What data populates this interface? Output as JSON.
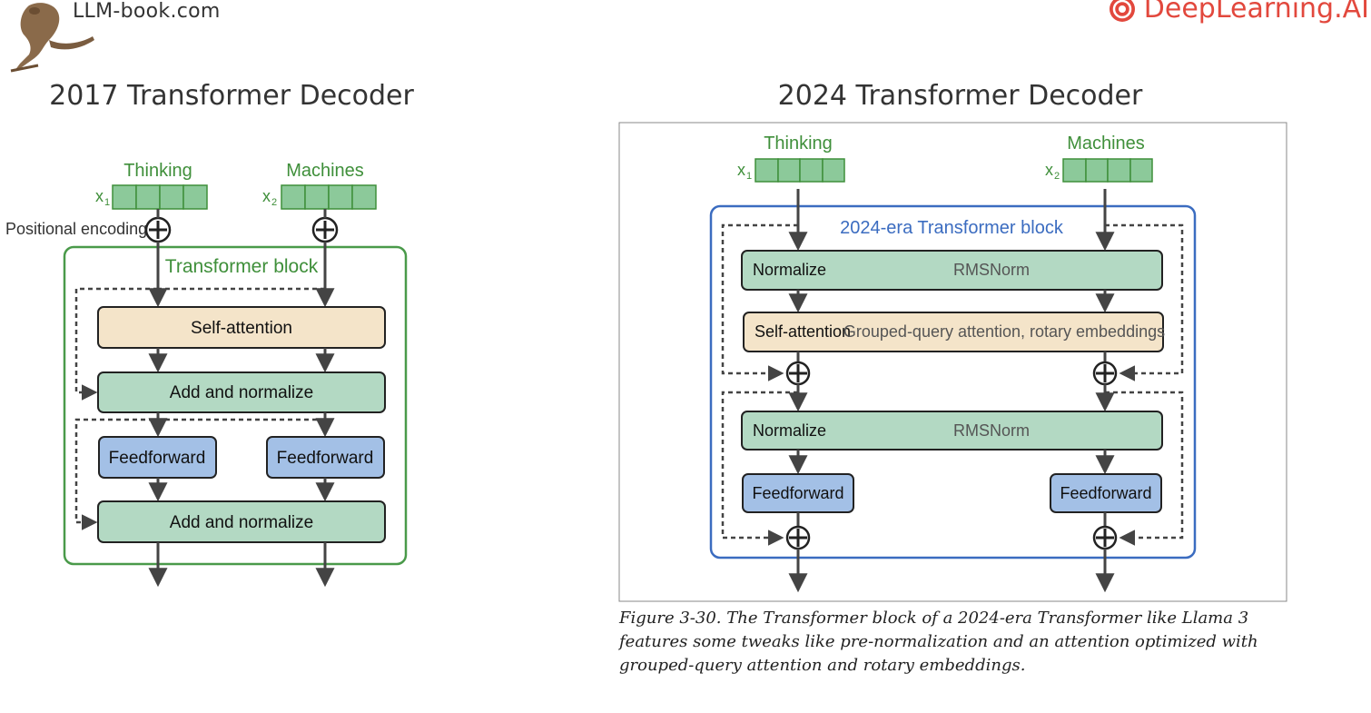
{
  "header": {
    "site_name": "LLM-book.com",
    "partner_name": "DeepLearning.AI"
  },
  "left_panel": {
    "title": "2017 Transformer Decoder",
    "token_1": "Thinking",
    "token_2": "Machines",
    "x1_label": "x",
    "x1_sub": "1",
    "x2_label": "x",
    "x2_sub": "2",
    "positional_encoding": "Positional encoding",
    "block_label": "Transformer block",
    "self_attention": "Self-attention",
    "add_norm_1": "Add and normalize",
    "feedforward_1": "Feedforward",
    "feedforward_2": "Feedforward",
    "add_norm_2": "Add and normalize"
  },
  "right_panel": {
    "title": "2024 Transformer Decoder",
    "token_1": "Thinking",
    "token_2": "Machines",
    "x1_label": "x",
    "x1_sub": "1",
    "x2_label": "x",
    "x2_sub": "2",
    "block_label": "2024-era Transformer block",
    "normalize_1": "Normalize",
    "rmsnorm_1": "RMSNorm",
    "self_attention": "Self-attention",
    "attention_detail": "Grouped-query attention, rotary embeddings",
    "normalize_2": "Normalize",
    "rmsnorm_2": "RMSNorm",
    "feedforward_1": "Feedforward",
    "feedforward_2": "Feedforward"
  },
  "caption": "Figure 3-30. The Transformer block of a 2024-era Transformer like Llama 3 features some tweaks like pre-normalization and an attention optimized with grouped-query attention and rotary embeddings.",
  "colors": {
    "green_text": "#3f8f3a",
    "token_fill": "#8cc99a",
    "green_box": "#b3d9c3",
    "attention_box": "#f4e4c9",
    "ff_box": "#a3c0e6",
    "blue_border": "#3b6cc0",
    "green_border": "#4a9a4a",
    "arrow": "#444444",
    "brand_red": "#e2483d"
  }
}
